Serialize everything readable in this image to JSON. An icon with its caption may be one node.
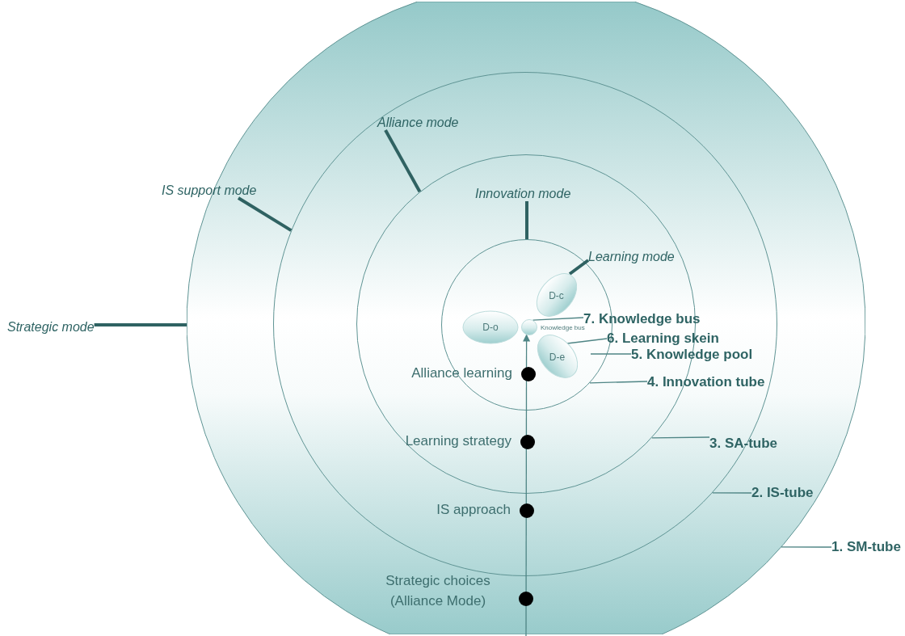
{
  "diagram": {
    "nodes": [
      {
        "text": [],
        "shape": "circle"
      },
      {
        "text": [],
        "shape": "circle",
        "in": 0
      },
      {
        "text": [],
        "shape": "circle",
        "in": 1
      },
      {
        "text": [],
        "shape": "circle",
        "in": 2
      },
      {
        "text": [
          "D-o"
        ],
        "in": 3
      },
      {
        "text": [
          "D-c"
        ],
        "in": 3
      },
      {
        "text": [],
        "shape": "circle",
        "beside": [
          "Knowledge bus"
        ],
        "in": 3
      },
      {
        "text": [
          "D-e"
        ],
        "in": 3
      },
      {
        "text": [],
        "shape": "circle",
        "beside": [
          "Alliance learning"
        ],
        "in": 3
      },
      {
        "text": [],
        "shape": "circle",
        "beside": [
          "Learning strategy"
        ],
        "in": 2
      },
      {
        "text": [],
        "shape": "circle",
        "beside": [
          "IS approach"
        ],
        "in": 1
      },
      {
        "text": [],
        "shape": "circle",
        "beside": [
          "Strategic choices (Alliance Mode)"
        ],
        "in": 0
      },
      {
        "text": [
          "IS support mode"
        ]
      },
      {
        "text": [
          "Alliance mode"
        ],
        "in": 1
      },
      {
        "text": [
          "Innovation mode"
        ],
        "in": 2
      },
      {
        "text": [
          "Learning mode"
        ],
        "in": 2
      },
      {
        "text": [
          "Strategic mode"
        ]
      },
      {
        "text": [
          "7. Knowledge bus"
        ],
        "in": 2
      },
      {
        "text": [
          "6. Learning skein"
        ],
        "in": 1
      },
      {
        "text": [
          "5. Knowledge pool"
        ],
        "in": 1
      },
      {
        "text": [
          "4. Innovation tube"
        ],
        "in": 1
      },
      {
        "text": [
          "3. SA-tube"
        ],
        "in": 1
      },
      {
        "text": [
          "2. IS-tube"
        ],
        "in": 0
      },
      {
        "text": [
          "1. SM-tube"
        ]
      }
    ],
    "edges": [
      {
        "from": 16,
        "to": 0,
        "arrow": "none",
        "style": "thick"
      },
      {
        "from": 12,
        "to": 1,
        "arrow": "none",
        "style": "thick"
      },
      {
        "from": 13,
        "to": 2,
        "arrow": "none",
        "style": "thick"
      },
      {
        "from": 14,
        "to": 3,
        "arrow": "none",
        "style": "thick"
      },
      {
        "from": 15,
        "to": 5,
        "arrow": "none",
        "style": "thick"
      },
      {
        "from": 17,
        "to": 6,
        "arrow": "none"
      },
      {
        "from": 18,
        "to": 7,
        "arrow": "none"
      },
      {
        "from": 19,
        "to": 3,
        "arrow": "none"
      },
      {
        "from": 20,
        "to": 3,
        "arrow": "none"
      },
      {
        "from": 21,
        "to": 2,
        "arrow": "none"
      },
      {
        "from": 22,
        "to": 1,
        "arrow": "none"
      },
      {
        "from": 23,
        "to": 0,
        "arrow": "none"
      },
      {
        "from": null,
        "to": 6,
        "arrow": "to"
      }
    ]
  }
}
